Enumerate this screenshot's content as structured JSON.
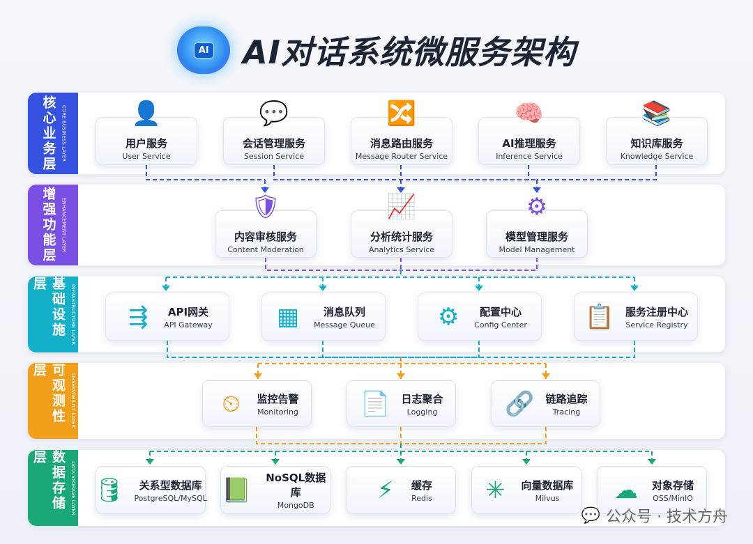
{
  "title": {
    "text": "AI对话系统微服务架构",
    "logo_text": "AI"
  },
  "colors": {
    "core": "#3451e0",
    "enhance": "#7a4fe6",
    "infra": "#14b0c9",
    "observe": "#f19e1a",
    "data": "#19a877"
  },
  "layers": [
    {
      "zh": "核心业务层",
      "en": "CORE BUSINESS LAYER",
      "color": "#3451e0",
      "services": [
        {
          "zh": "用户服务",
          "en": "User Service",
          "icon": "user-icon",
          "glyph": "👤"
        },
        {
          "zh": "会话管理服务",
          "en": "Session Service",
          "icon": "chat-icon",
          "glyph": "💬"
        },
        {
          "zh": "消息路由服务",
          "en": "Message Router Service",
          "icon": "shuffle-icon",
          "glyph": "🔀"
        },
        {
          "zh": "AI推理服务",
          "en": "Inference Service",
          "icon": "ai-brain-icon",
          "glyph": "🧠"
        },
        {
          "zh": "知识库服务",
          "en": "Knowledge Service",
          "icon": "database-book-icon",
          "glyph": "📚"
        }
      ]
    },
    {
      "zh": "增强功能层",
      "en": "ENHANCEMENT LAYER",
      "color": "#7a4fe6",
      "services": [
        {
          "zh": "内容审核服务",
          "en": "Content Moderation",
          "icon": "shield-check-icon",
          "glyph": "🛡"
        },
        {
          "zh": "分析统计服务",
          "en": "Analytics Service",
          "icon": "chart-icon",
          "glyph": "📈"
        },
        {
          "zh": "模型管理服务",
          "en": "Model Management",
          "icon": "gears-icon",
          "glyph": "⚙"
        }
      ]
    },
    {
      "zh": "基础设施层",
      "en": "INFRASTRUCTURE LAYER",
      "color": "#14b0c9",
      "services": [
        {
          "zh": "API网关",
          "en": "API Gateway",
          "icon": "gateway-icon",
          "glyph": "⇶"
        },
        {
          "zh": "消息队列",
          "en": "Message Queue",
          "icon": "queue-icon",
          "glyph": "▦"
        },
        {
          "zh": "配置中心",
          "en": "Config Center",
          "icon": "gear-wrench-icon",
          "glyph": "⚙"
        },
        {
          "zh": "服务注册中心",
          "en": "Service Registry",
          "icon": "registry-icon",
          "glyph": "📋"
        }
      ]
    },
    {
      "zh": "可观测性层",
      "en": "OBSERVABILITY LAYER",
      "color": "#f19e1a",
      "services": [
        {
          "zh": "监控告警",
          "en": "Monitoring",
          "icon": "gauge-icon",
          "glyph": "⏲"
        },
        {
          "zh": "日志聚合",
          "en": "Logging",
          "icon": "log-search-icon",
          "glyph": "📄"
        },
        {
          "zh": "链路追踪",
          "en": "Tracing",
          "icon": "link-icon",
          "glyph": "🔗"
        }
      ]
    },
    {
      "zh": "数据存储层",
      "en": "DATA STORAGE LAYER",
      "color": "#19a877",
      "services": [
        {
          "zh": "关系型数据库",
          "en": "PostgreSQL/MySQL",
          "icon": "database-icon",
          "glyph": "🛢"
        },
        {
          "zh": "NoSQL数据库",
          "en": "MongoDB",
          "icon": "document-icon",
          "glyph": "📗"
        },
        {
          "zh": "缓存",
          "en": "Redis",
          "icon": "lightning-icon",
          "glyph": "⚡"
        },
        {
          "zh": "向量数据库",
          "en": "Milvus",
          "icon": "vector-cube-icon",
          "glyph": "✳"
        },
        {
          "zh": "对象存储",
          "en": "OSS/MinIO",
          "icon": "cloud-upload-icon",
          "glyph": "☁"
        }
      ]
    }
  ],
  "watermark": "公众号 · 技术方舟"
}
